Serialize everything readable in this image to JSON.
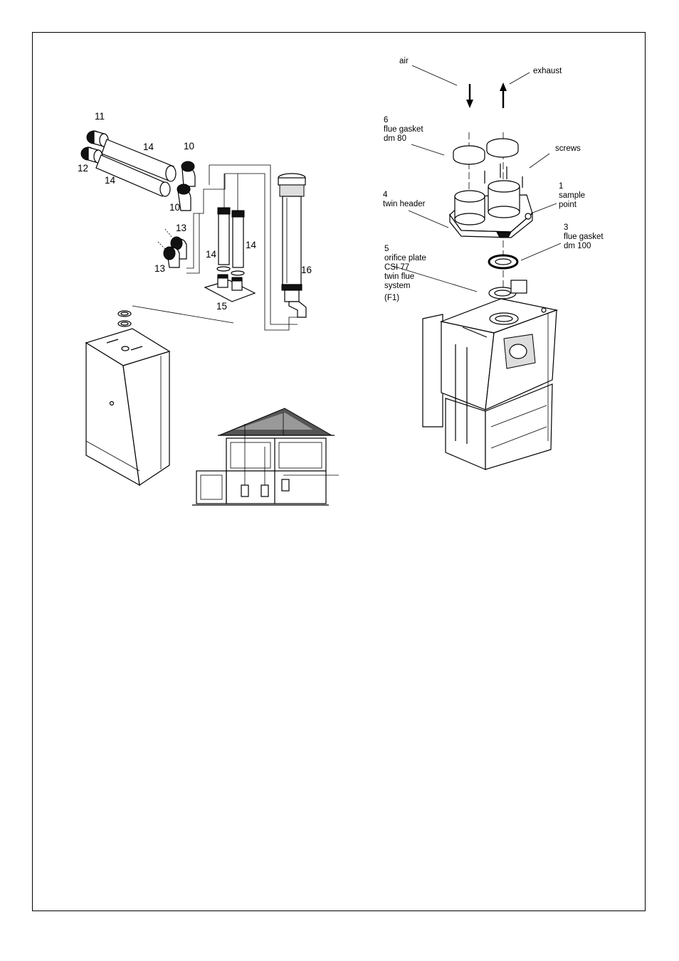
{
  "diagram": {
    "exploded_labels": {
      "air": "air",
      "exhaust": "exhaust",
      "flue_gasket_80": [
        "6",
        "flue gasket",
        "dm 80"
      ],
      "screws": "screws",
      "twin_header": [
        "4",
        "twin header"
      ],
      "sample_point": [
        "1",
        "sample",
        "point"
      ],
      "flue_gasket_100": [
        "3",
        "flue gasket",
        "dm 100"
      ],
      "orifice_plate": [
        "5",
        "orifice plate",
        "CSI 77",
        "twin flue",
        "system",
        "(F1)"
      ]
    },
    "kit_numbers": {
      "n11": "11",
      "n12": "12",
      "n14a": "14",
      "n14b": "14",
      "n10a": "10",
      "n10b": "10",
      "n13a": "13",
      "n13b": "13",
      "n14c": "14",
      "n14d": "14",
      "n15": "15",
      "n16": "16"
    }
  }
}
